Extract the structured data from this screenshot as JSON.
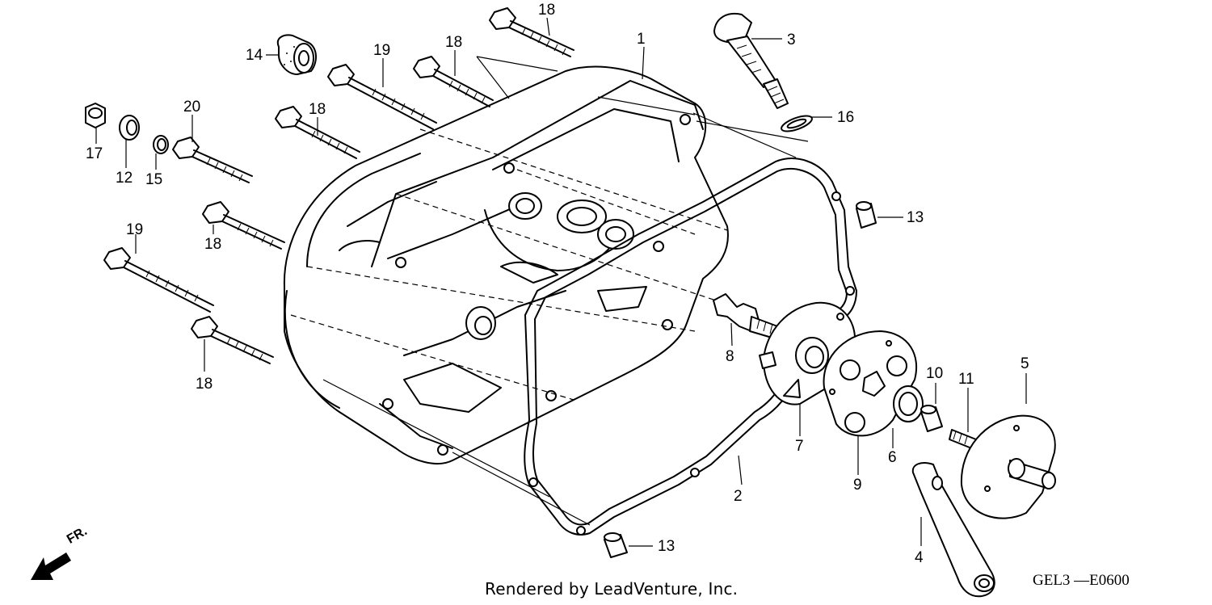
{
  "callouts": [
    {
      "number": "1"
    },
    {
      "number": "2"
    },
    {
      "number": "3"
    },
    {
      "number": "4"
    },
    {
      "number": "5"
    },
    {
      "number": "6"
    },
    {
      "number": "7"
    },
    {
      "number": "8"
    },
    {
      "number": "9"
    },
    {
      "number": "10"
    },
    {
      "number": "11"
    },
    {
      "number": "12"
    },
    {
      "number": "13"
    },
    {
      "number": "13"
    },
    {
      "number": "14"
    },
    {
      "number": "15"
    },
    {
      "number": "16"
    },
    {
      "number": "17"
    },
    {
      "number": "18"
    },
    {
      "number": "18"
    },
    {
      "number": "18"
    },
    {
      "number": "18"
    },
    {
      "number": "18"
    },
    {
      "number": "19"
    },
    {
      "number": "19"
    },
    {
      "number": "20"
    }
  ],
  "front_indicator": {
    "label": "FR.",
    "icon": "arrow-icon"
  },
  "footer": {
    "credit": "Rendered by LeadVenture, Inc.",
    "diagram_code": "GEL3 —E0600"
  },
  "colors": {
    "line": "#000000",
    "background": "#ffffff"
  }
}
